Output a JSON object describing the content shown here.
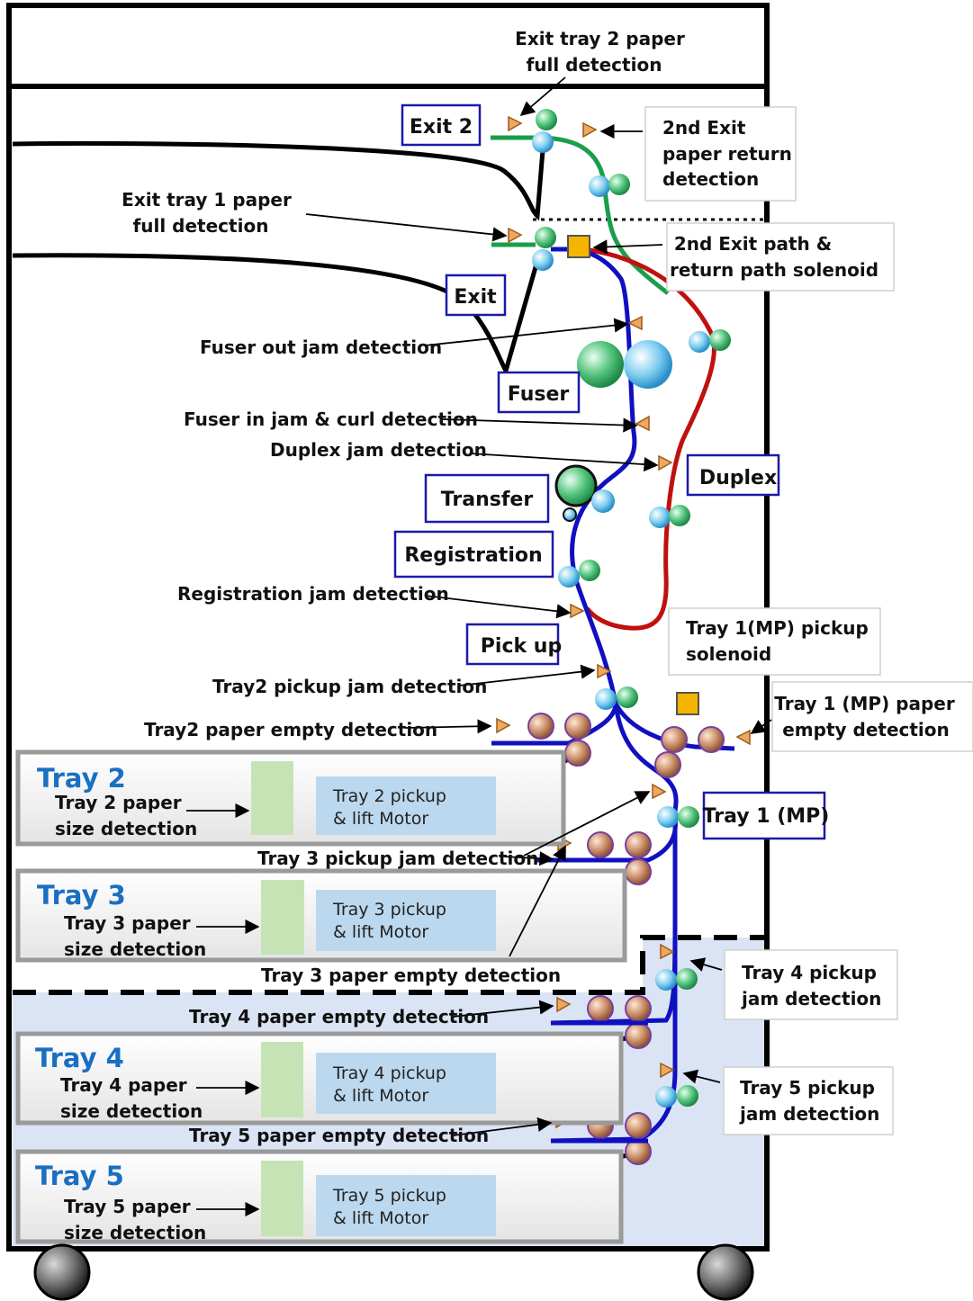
{
  "labels": {
    "exit2_full": [
      "Exit tray 2 paper",
      "full detection"
    ],
    "exit2_return": [
      "2nd Exit",
      "paper return",
      "detection"
    ],
    "exit1_full": [
      "Exit tray 1 paper",
      "full detection"
    ],
    "exit_solenoid": [
      "2nd Exit path &",
      "return path solenoid"
    ],
    "fuser_out": "Fuser out jam detection",
    "fuser_in": "Fuser in  jam & curl detection",
    "duplex_jam": "Duplex jam detection",
    "reg_jam": "Registration  jam detection",
    "mp_solenoid": [
      "Tray 1(MP) pickup",
      "solenoid"
    ],
    "tray2_pickup_jam": "Tray2 pickup jam detection",
    "tray2_empty": "Tray2 paper empty detection",
    "mp_empty": [
      "Tray 1 (MP) paper",
      "empty detection"
    ],
    "tray3_pickup_jam": "Tray 3 pickup jam detection",
    "tray3_empty": "Tray 3 paper empty detection",
    "tray4_pickup_jam": [
      "Tray 4 pickup",
      "jam detection"
    ],
    "tray4_empty": "Tray 4 paper empty detection",
    "tray5_pickup_jam": [
      "Tray 5 pickup",
      "jam detection"
    ],
    "tray5_empty": "Tray 5 paper empty detection"
  },
  "boxes": {
    "exit2": "Exit 2",
    "exit": "Exit",
    "fuser": "Fuser",
    "transfer": "Transfer",
    "registration": "Registration",
    "pickup": "Pick up",
    "duplex": "Duplex",
    "tray1mp": "Tray 1 (MP)"
  },
  "trays": [
    {
      "title": "Tray 2",
      "size": [
        "Tray 2 paper",
        "size detection"
      ],
      "motor": [
        "Tray 2 pickup",
        "& lift  Motor"
      ]
    },
    {
      "title": "Tray 3",
      "size": [
        "Tray 3 paper",
        "size detection"
      ],
      "motor": [
        "Tray 3 pickup",
        "& lift  Motor"
      ]
    },
    {
      "title": "Tray 4",
      "size": [
        "Tray 4 paper",
        "size detection"
      ],
      "motor": [
        "Tray 4 pickup",
        "& lift  Motor"
      ]
    },
    {
      "title": "Tray 5",
      "size": [
        "Tray 5 paper",
        "size detection"
      ],
      "motor": [
        "Tray 5 pickup",
        "& lift  Motor"
      ]
    }
  ],
  "colors": {
    "main_path": "#1010c0",
    "exit2_path": "#1a9e4a",
    "duplex_path": "#c01010",
    "label_box_border": "#1a1aaa",
    "tray_title": "#1a6fc2",
    "motor_fill": "#bcd8ee",
    "size_sensor_fill": "#c6e3b6",
    "sensor_fill": "#f0a860",
    "solenoid_fill": "#f5b400",
    "lower_unit_fill": "#dbe4f4"
  }
}
